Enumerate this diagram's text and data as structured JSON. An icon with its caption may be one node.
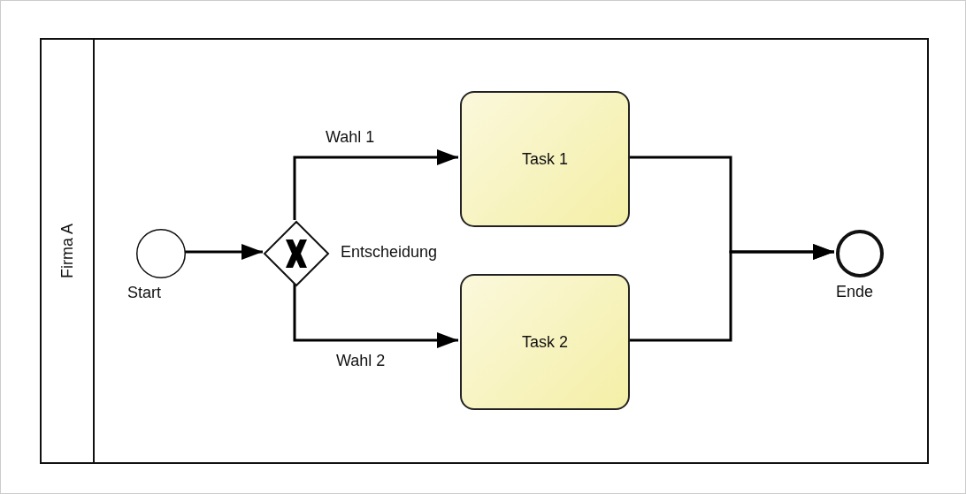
{
  "diagram": {
    "nodes": [
      {
        "text": [
          "Firma A"
        ]
      },
      {
        "text": [],
        "shape": "circle",
        "beside": [
          "Start"
        ],
        "in": 0
      },
      {
        "text": [],
        "shape": "diamond",
        "beside": [
          "Entscheidung"
        ],
        "in": 0
      },
      {
        "text": [
          "Task 1"
        ],
        "in": 0
      },
      {
        "text": [
          "Task 2"
        ],
        "in": 0
      },
      {
        "text": [],
        "shape": "circle",
        "beside": [
          "Ende"
        ],
        "in": 0
      }
    ],
    "edges": [
      {
        "from": 1,
        "to": 2,
        "arrow": "to"
      },
      {
        "from": 2,
        "to": 3,
        "arrow": "to",
        "label": "Wahl 1"
      },
      {
        "from": 2,
        "to": 4,
        "arrow": "to",
        "label": "Wahl 2"
      },
      {
        "from": 3,
        "to": 5,
        "arrow": "to"
      },
      {
        "from": 4,
        "to": 5,
        "arrow": "to"
      }
    ]
  }
}
